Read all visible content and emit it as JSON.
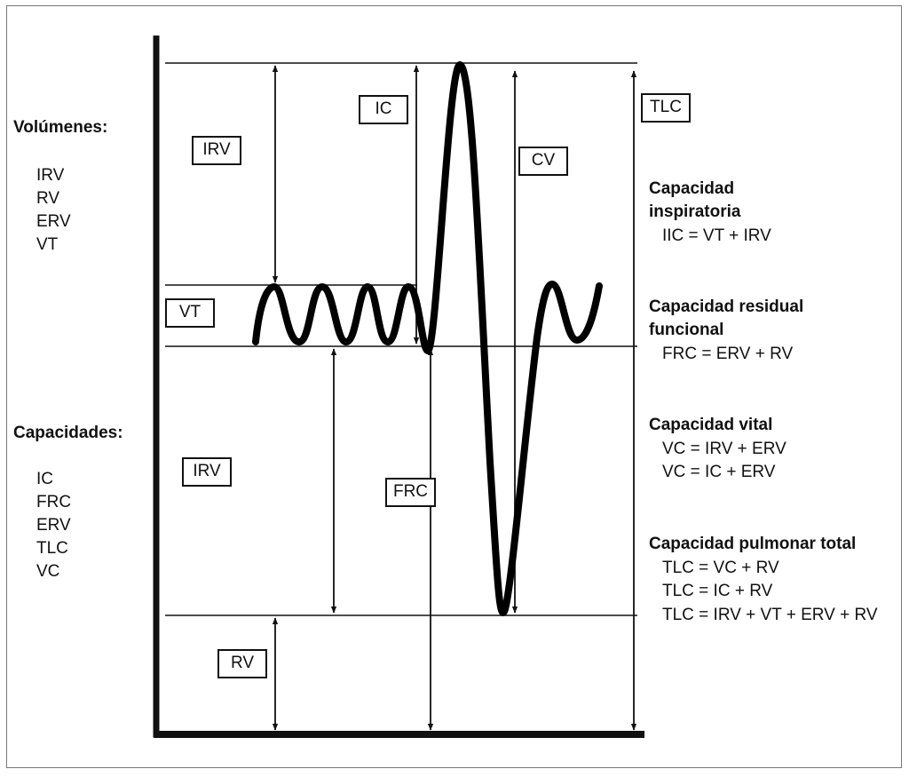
{
  "left_panel": {
    "volumes_heading": "Volúmenes:",
    "volumes": [
      "IRV",
      "RV",
      "ERV",
      "VT"
    ],
    "capacities_heading": "Capacidades:",
    "capacities": [
      "IC",
      "FRC",
      "ERV",
      "TLC",
      "VC"
    ]
  },
  "diagram_labels": {
    "irv_top": "IRV",
    "ic": "IC",
    "cv": "CV",
    "tlc": "TLC",
    "vt": "VT",
    "irv_mid": "IRV",
    "frc": "FRC",
    "rv": "RV"
  },
  "right_panel": {
    "sections": [
      {
        "title_line1": "Capacidad",
        "title_line2": "inspiratoria",
        "formulas": [
          "IIC = VT + IRV"
        ]
      },
      {
        "title_line1": "Capacidad residual",
        "title_line2": "funcional",
        "formulas": [
          "FRC = ERV + RV"
        ]
      },
      {
        "title_line1": "Capacidad vital",
        "formulas": [
          "VC = IRV + ERV",
          "VC = IC + ERV"
        ]
      },
      {
        "title_line1": "Capacidad pulmonar total",
        "formulas": [
          "TLC = VC + RV",
          "TLC = IC + RV",
          "TLC = IRV + VT + ERV + RV"
        ]
      }
    ]
  },
  "colors": {
    "ink": "#111111",
    "frame": "#777777",
    "background": "#ffffff"
  }
}
